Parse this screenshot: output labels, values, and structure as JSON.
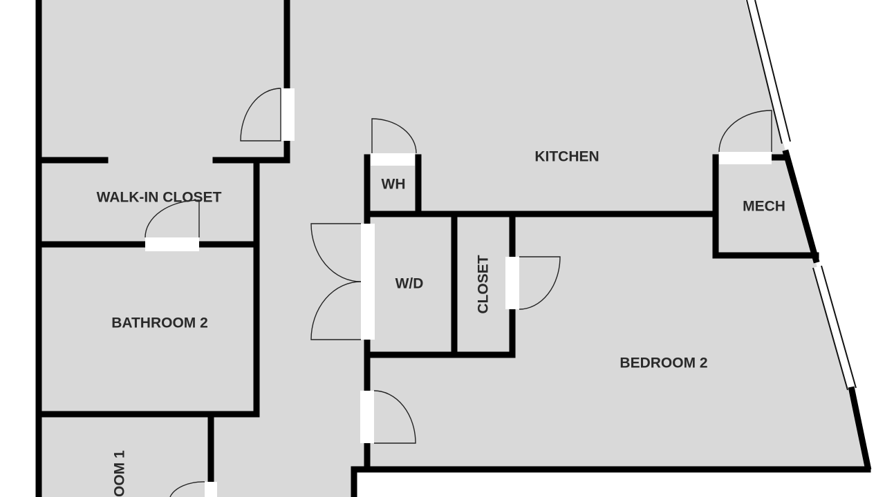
{
  "colors": {
    "floor": "#d9d9d9",
    "wall": "#000000",
    "background": "#ffffff",
    "label": "#2a2a2a"
  },
  "rooms": {
    "kitchen": "KITCHEN",
    "wh": "WH",
    "mech": "MECH",
    "walk_in_closet": "WALK-IN CLOSET",
    "wd": "W/D",
    "closet": "CLOSET",
    "bathroom_2": "BATHROOM 2",
    "bedroom_2": "BEDROOM 2",
    "room_1_partial": "OOM 1"
  }
}
